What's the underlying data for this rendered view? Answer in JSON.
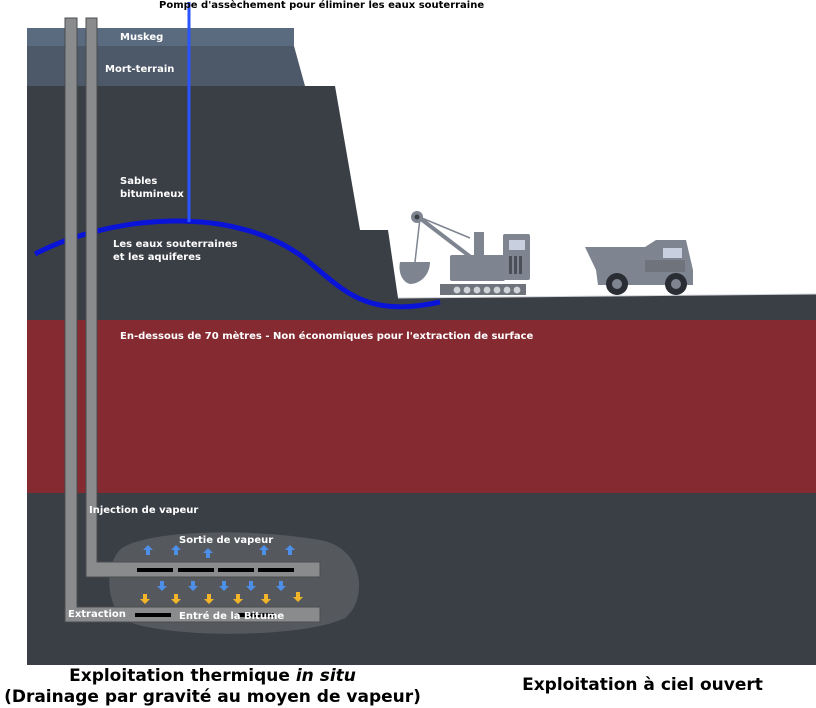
{
  "labels": {
    "pump": "Pompe d'assèchement pour éliminer les eaux souterraine",
    "muskeg": "Muskeg",
    "overburden": "Mort-terrain",
    "oil_sands_line1": "Sables",
    "oil_sands_line2": "bitumineux",
    "groundwater_line1": "Les eaux souterraines",
    "groundwater_line2": "et les aquiferes",
    "below70": "En-dessous de 70 mètres - Non économiques pour l'extraction de surface",
    "steam_injection": "Injection de vapeur",
    "steam_out": "Sortie de vapeur",
    "extraction": "Extraction",
    "bitumen_in": "Entré de la Bitume"
  },
  "captions": {
    "insitu_line1_prefix": "Exploitation thermique ",
    "insitu_line1_italic": "in situ",
    "insitu_line2": "(Drainage par gravité au moyen de vapeur)",
    "open_pit": "Exploitation à ciel ouvert"
  },
  "colors": {
    "muskeg": "#5a6b7f",
    "overburden": "#4d5868",
    "oil_sands": "#3a3e45",
    "deep_layer": "#852a30",
    "bottom_layer": "#3a3e45",
    "chamber": "#55585d",
    "pipe": "#8a8b8c",
    "water": "#0a14d8",
    "pump_line": "#2a55ff",
    "steam_arrow": "#4d8fe6",
    "bitumen_arrow": "#f2b52a",
    "equipment": "#7f8590"
  },
  "icons": {
    "shovel": "power-shovel-icon",
    "truck": "haul-truck-icon"
  }
}
